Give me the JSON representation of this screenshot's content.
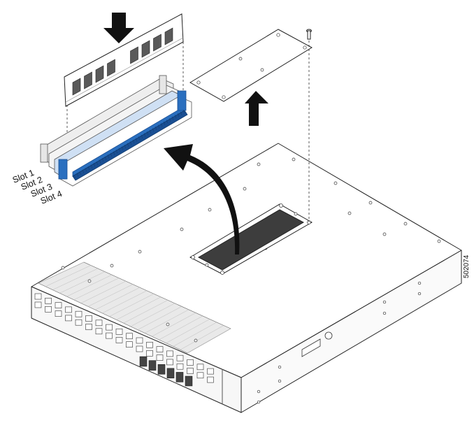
{
  "figure": {
    "slots": [
      {
        "label": "Slot 1"
      },
      {
        "label": "Slot 2"
      },
      {
        "label": "Slot 3"
      },
      {
        "label": "Slot 4"
      }
    ],
    "figure_number": "502074",
    "icons": [
      "down-arrow-icon",
      "up-arrow-icon",
      "curved-arrow-icon",
      "screw-icon"
    ],
    "colors": {
      "slot_blue": "#2a6fbf",
      "slot_blue_dark": "#1a4f93",
      "slot_light_blue": "#cfe0f4",
      "arrow": "#111111",
      "chassis_fill": "#ffffff",
      "vent_fill": "#3a3a3a",
      "line": "#222222"
    }
  }
}
